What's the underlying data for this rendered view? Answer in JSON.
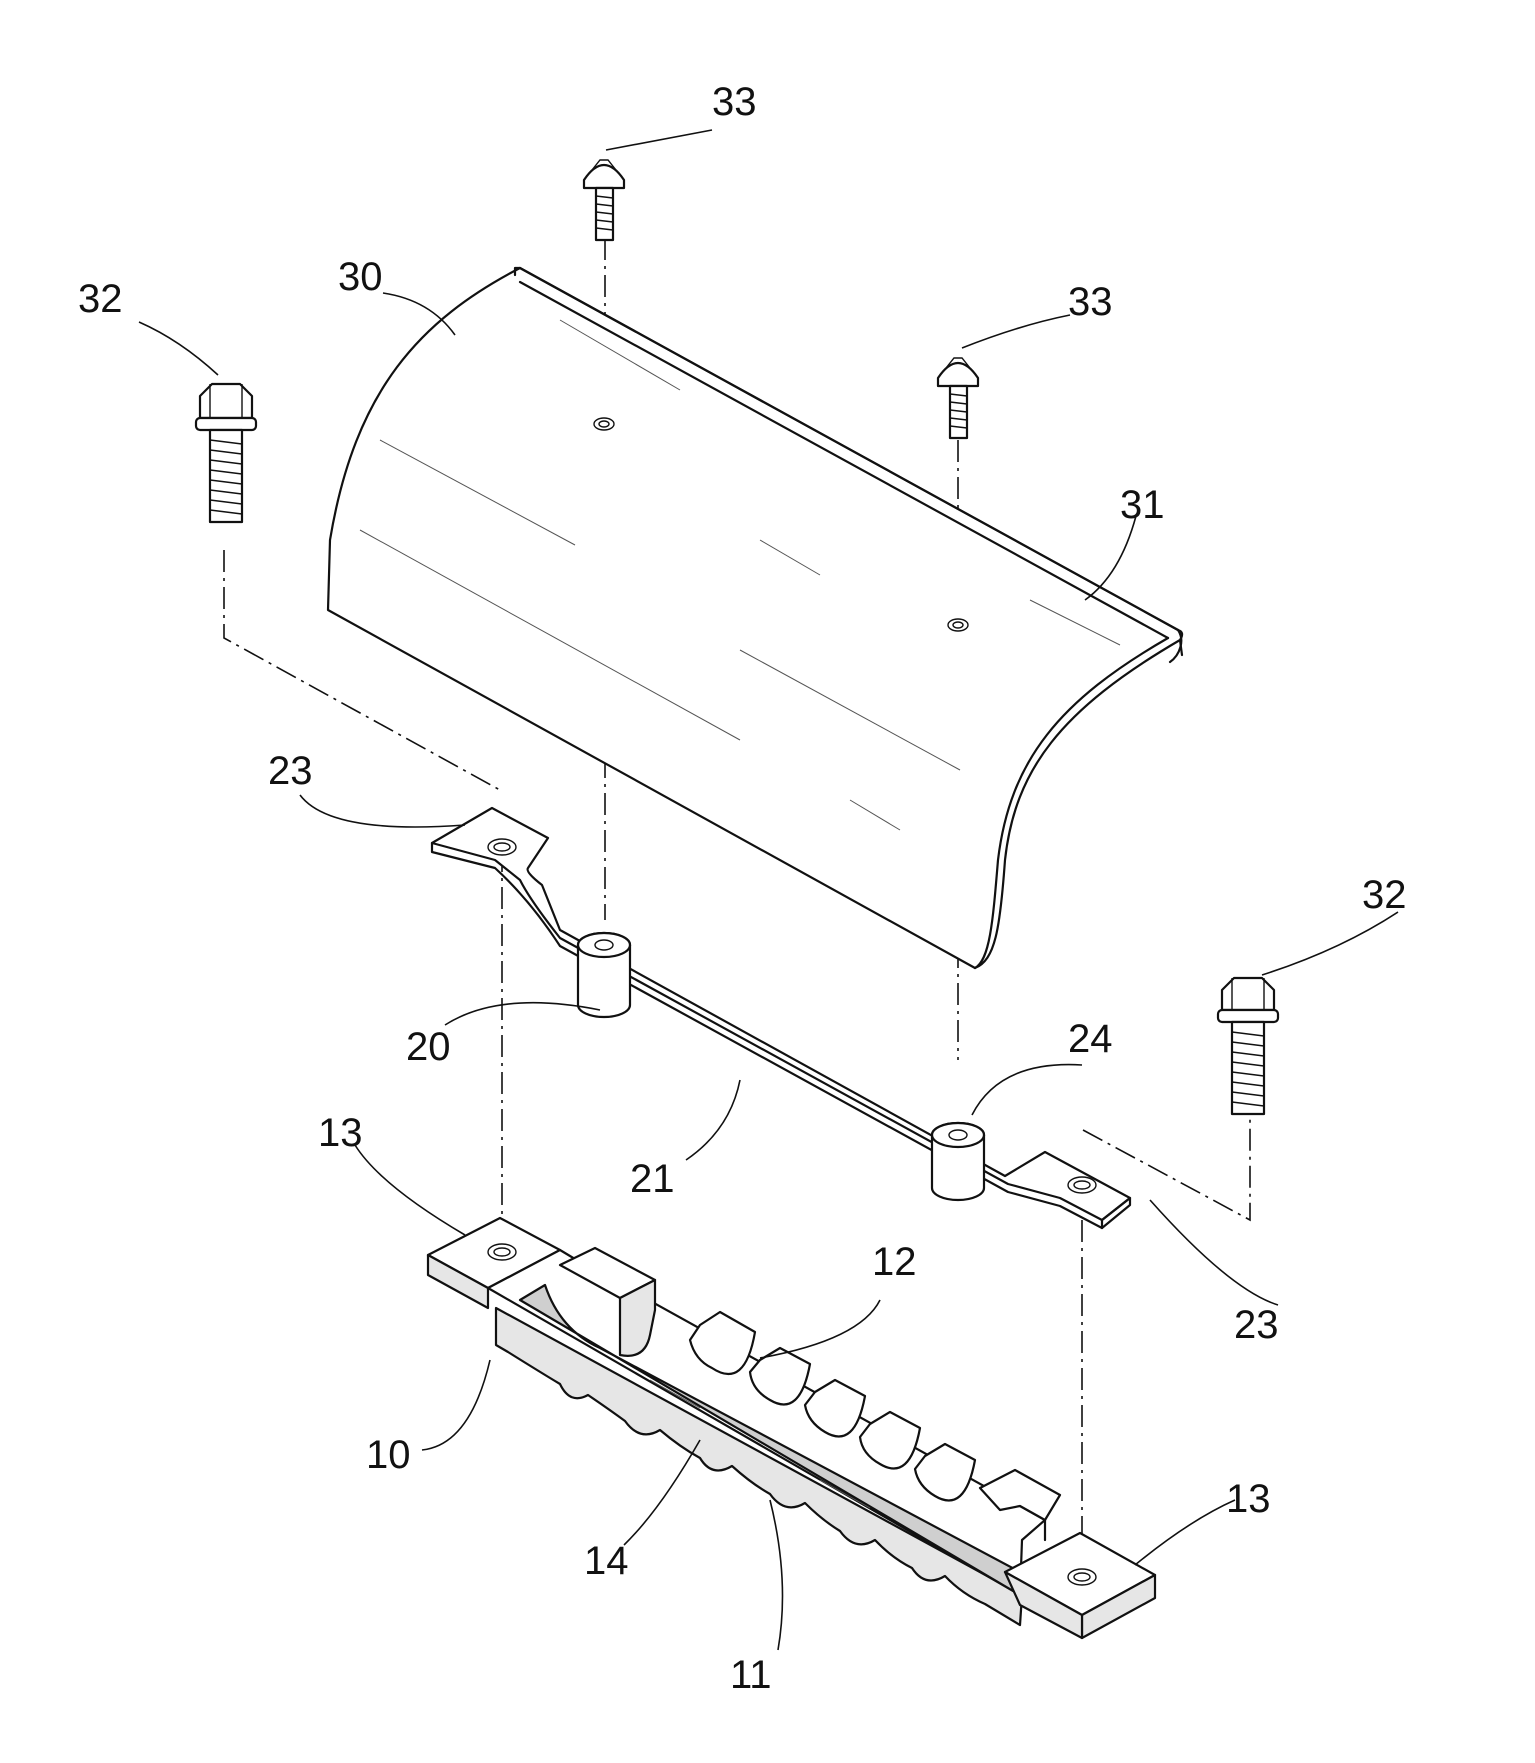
{
  "figure": {
    "labels": {
      "r30": "30",
      "r31": "31",
      "r32_left": "32",
      "r32_right": "32",
      "r33_top": "33",
      "r33_mid": "33",
      "r23_left": "23",
      "r23_right": "23",
      "r20": "20",
      "r24": "24",
      "r21": "21",
      "r13_left": "13",
      "r13_right": "13",
      "r12": "12",
      "r10": "10",
      "r14": "14",
      "r11": "11"
    }
  }
}
